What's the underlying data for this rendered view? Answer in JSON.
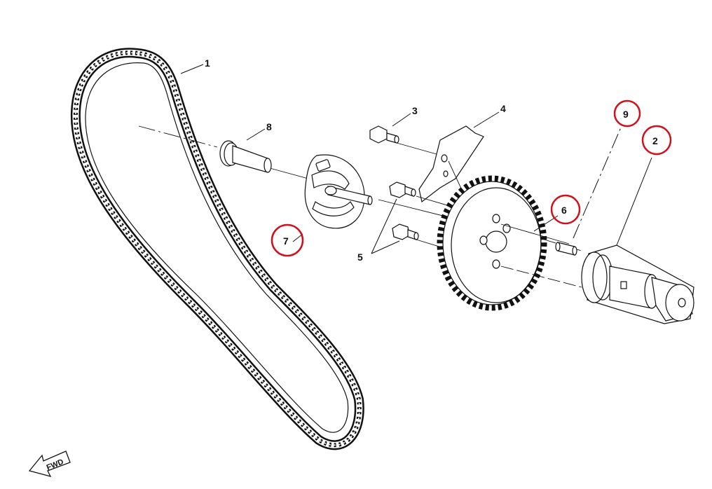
{
  "diagram": {
    "callouts": [
      {
        "id": "c1",
        "text": "1",
        "highlighted": false
      },
      {
        "id": "c2",
        "text": "2",
        "highlighted": true
      },
      {
        "id": "c3",
        "text": "3",
        "highlighted": false
      },
      {
        "id": "c4",
        "text": "4",
        "highlighted": false
      },
      {
        "id": "c5",
        "text": "5",
        "highlighted": false
      },
      {
        "id": "c6",
        "text": "6",
        "highlighted": true
      },
      {
        "id": "c7",
        "text": "7",
        "highlighted": true
      },
      {
        "id": "c8",
        "text": "8",
        "highlighted": false
      },
      {
        "id": "c9",
        "text": "9",
        "highlighted": true
      }
    ],
    "fwd_label": "FWD",
    "colors": {
      "line": "#111111",
      "highlight_circle": "#d0101a",
      "background": "#ffffff"
    }
  }
}
